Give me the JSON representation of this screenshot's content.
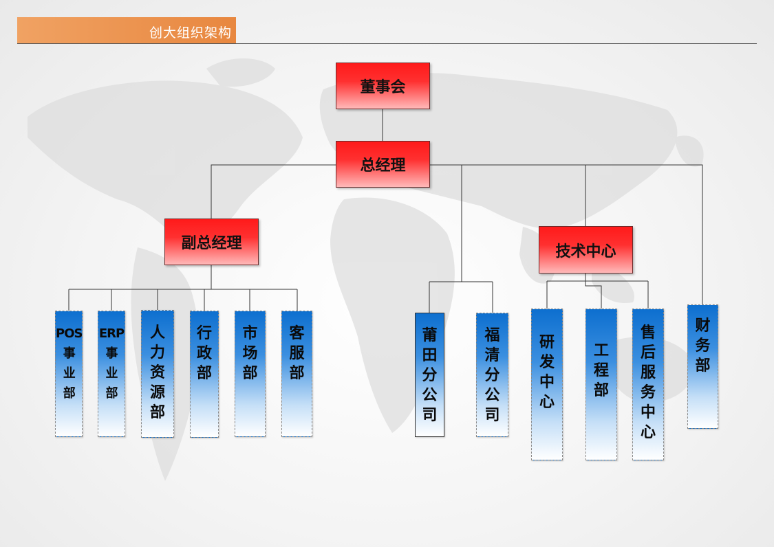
{
  "header": {
    "title": "创大组织架构"
  },
  "org": {
    "board": "董事会",
    "gm": "总经理",
    "deputy_gm": "副总经理",
    "tech_center": "技术中心",
    "deputy_units": {
      "pos": "POS\n事\n业\n部",
      "erp": "ERP\n事\n业\n部",
      "hr": "人\n力\n资\n源\n部",
      "admin": "行\n政\n部",
      "market": "市\n场\n部",
      "service": "客\n服\n部"
    },
    "branches": {
      "putian": "莆\n田\n分\n公\n司",
      "fuqing": "福\n清\n分\n公\n司"
    },
    "tech_units": {
      "rd": "研\n发\n中\n心",
      "eng": "工\n程\n部",
      "aftersales": "售\n后\n服\n务\n中\n心"
    },
    "finance": "财\n务\n部"
  },
  "colors": {
    "accent_orange": "#e8873f",
    "executive_red": "#ff1a1a",
    "department_blue": "#0d6fcf",
    "connector": "#333333"
  }
}
